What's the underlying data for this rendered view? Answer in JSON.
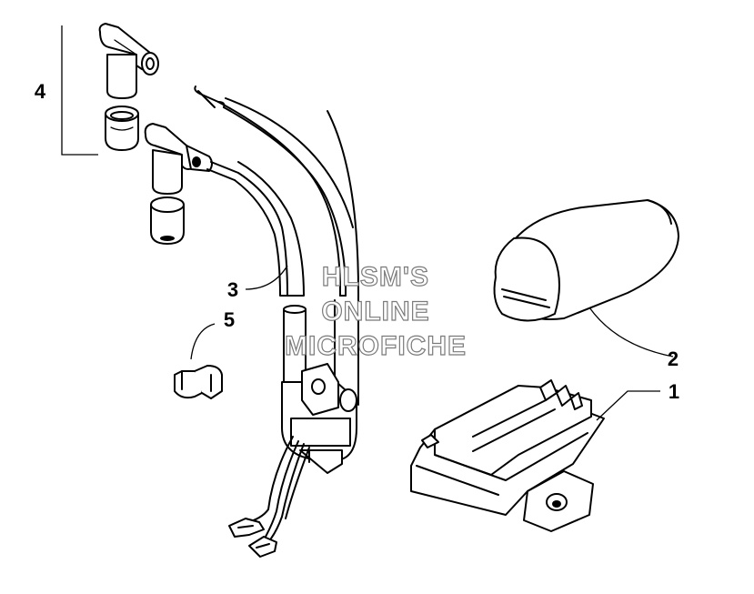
{
  "callouts": [
    {
      "id": "1",
      "label": "1"
    },
    {
      "id": "2",
      "label": "2"
    },
    {
      "id": "3",
      "label": "3"
    },
    {
      "id": "4",
      "label": "4"
    },
    {
      "id": "5",
      "label": "5"
    }
  ],
  "watermark": {
    "line1": "HLSM'S",
    "line2": "ONLINE",
    "line3": "MICROFICHE"
  }
}
